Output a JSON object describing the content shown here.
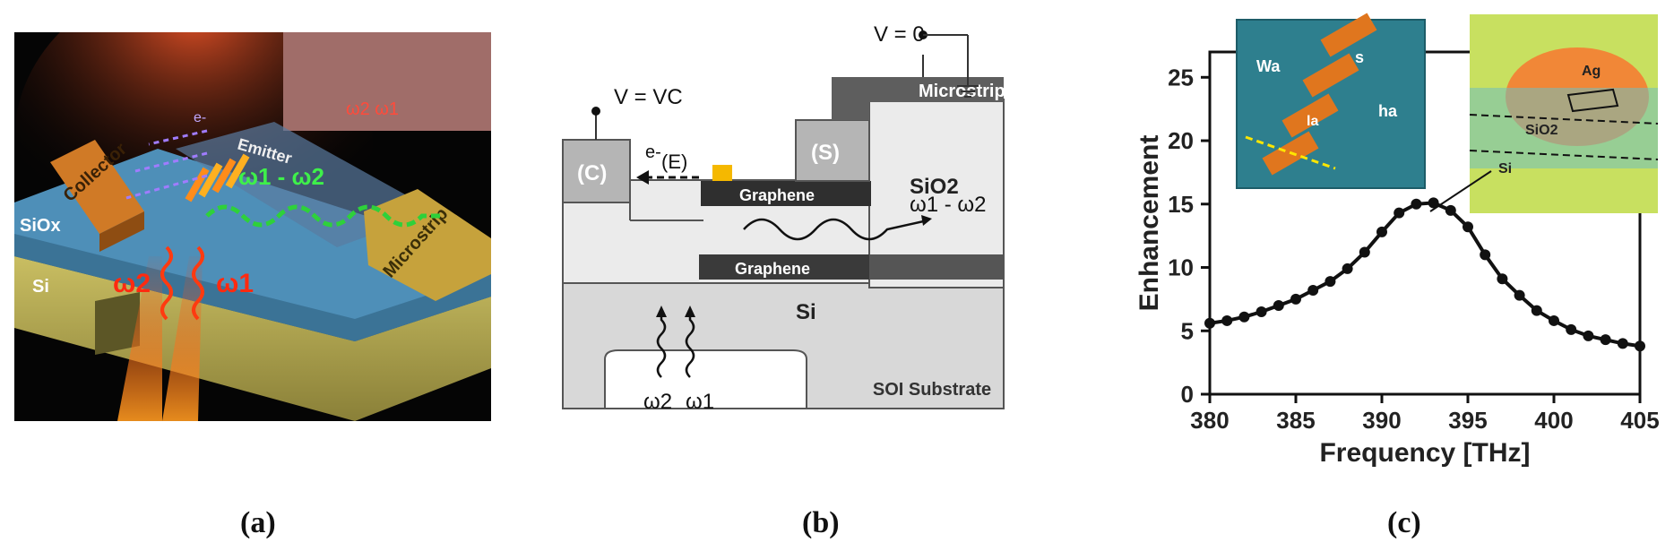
{
  "captions": {
    "a": "(a)",
    "b": "(b)",
    "c": "(c)"
  },
  "panel_a": {
    "collector": "Collector",
    "emitter": "Emitter",
    "microstrip": "Microstrip",
    "siox": "SiOx",
    "si": "Si",
    "omega2": "ω2",
    "omega1": "ω1",
    "omega_diff": "ω1 - ω2",
    "electron": "e-",
    "inset_label": "ω2 ω1"
  },
  "panel_b": {
    "v_zero": "V = 0",
    "v_c": "V = VC",
    "collector": "(C)",
    "source": "(S)",
    "emitter": "(E)",
    "electron": "e-",
    "microstrip": "Microstrip",
    "sio2": "SiO2",
    "graphene_top": "Graphene",
    "graphene_bottom": "Graphene",
    "omega_diff": "ω1 - ω2",
    "si": "Si",
    "soi": "SOI Substrate",
    "omega2": "ω2",
    "omega1": "ω1"
  },
  "panel_c": {
    "inset_left": {
      "wa": "Wa",
      "s": "s",
      "la": "la",
      "ha": "ha"
    },
    "inset_right": {
      "ag": "Ag",
      "sio2": "SiO2",
      "si": "Si"
    }
  },
  "chart_data": {
    "type": "line",
    "xlabel": "Frequency [THz]",
    "ylabel": "Enhancement",
    "xlim": [
      380,
      405
    ],
    "ylim": [
      0,
      27
    ],
    "xticks": [
      380,
      385,
      390,
      395,
      400,
      405
    ],
    "yticks": [
      0,
      5,
      10,
      15,
      20,
      25
    ],
    "grid": false,
    "series": [
      {
        "x": [
          380,
          381,
          382,
          383,
          384,
          385,
          386,
          387,
          388,
          389,
          390,
          391,
          392,
          393,
          394,
          395,
          396,
          397,
          398,
          399,
          400,
          401,
          402,
          403,
          404,
          405
        ],
        "values": [
          5.6,
          5.8,
          6.1,
          6.5,
          7.0,
          7.5,
          8.2,
          8.9,
          9.9,
          11.2,
          12.8,
          14.3,
          15.0,
          15.1,
          14.5,
          13.2,
          11.0,
          9.1,
          7.8,
          6.6,
          5.8,
          5.1,
          4.6,
          4.3,
          4.0,
          3.8
        ]
      }
    ]
  }
}
